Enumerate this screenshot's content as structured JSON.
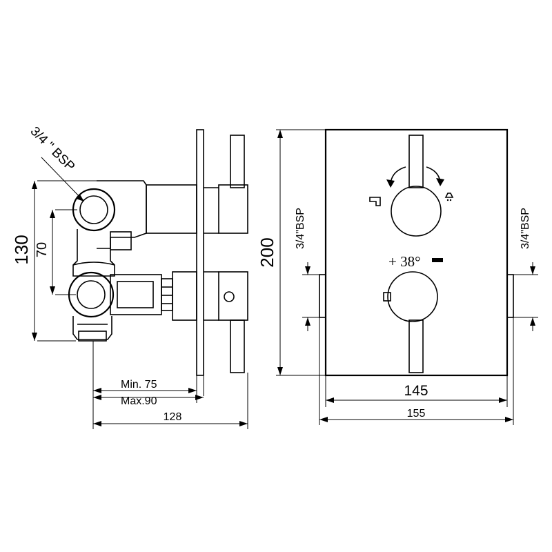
{
  "side_view": {
    "inlet_thread_label": "3/4 \" BSP",
    "height_outer": "130",
    "height_inner": "70",
    "depth_range_min": "Min. 75",
    "depth_range_max": "Max.90",
    "total_depth": "128"
  },
  "front_view": {
    "plate_height": "200",
    "plate_width_inner": "145",
    "plate_width_outer": "155",
    "left_port_label": "3/4\"BSP",
    "right_port_label": "3/4\"BSP",
    "temperature_label": "+ 38°"
  }
}
